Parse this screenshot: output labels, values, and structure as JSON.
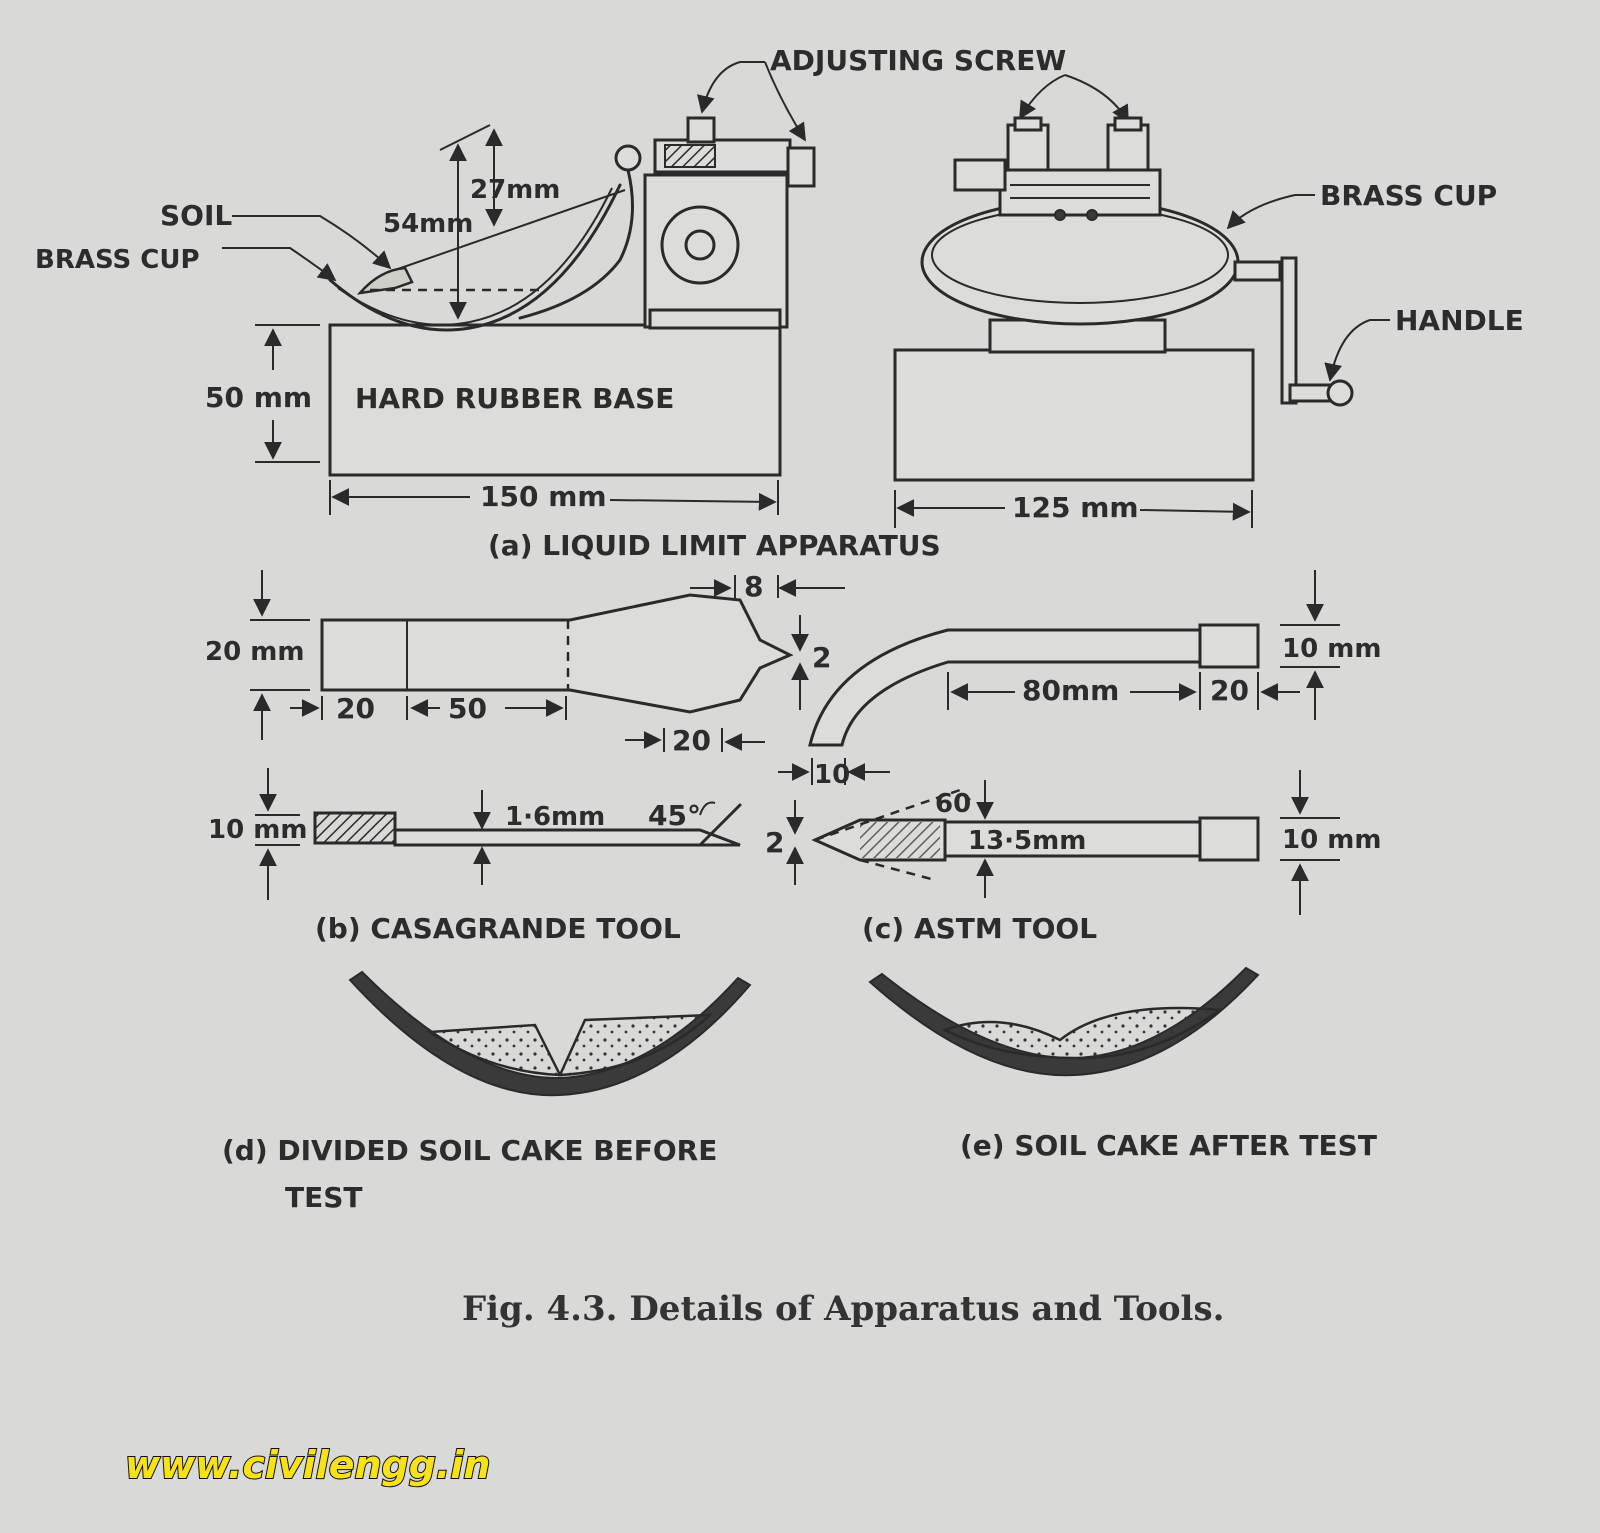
{
  "labels": {
    "adjusting_screw": "ADJUSTING SCREW",
    "soil": "SOIL",
    "brass_cup_a": "BRASS CUP",
    "brass_cup_side": "BRASS CUP",
    "handle": "HANDLE",
    "hard_rubber_base": "HARD RUBBER BASE"
  },
  "dimensions": {
    "d_27": "27mm",
    "d_54": "54mm",
    "d_50": "50 mm",
    "d_150": "150 mm",
    "d_125": "125 mm",
    "d_8": "8",
    "d_20mm": "20 mm",
    "d_2_b": "2",
    "d_20_a": "20",
    "d_50_b": "50",
    "d_20_b": "20",
    "d_10mm_b": "10 mm",
    "d_1_6": "1·6mm",
    "d_45": "45°",
    "d_10mm_c1": "10 mm",
    "d_80": "80mm",
    "d_20_c": "20",
    "d_10_c": "10",
    "d_60": "60",
    "d_2_c": "2",
    "d_13_5": "13·5mm",
    "d_10mm_c2": "10 mm"
  },
  "captions": {
    "a": "(a) LIQUID LIMIT APPARATUS",
    "b": "(b) CASAGRANDE TOOL",
    "c": "(c) ASTM TOOL",
    "d_line1": "(d) DIVIDED SOIL CAKE BEFORE",
    "d_line2": "TEST",
    "e": "(e) SOIL CAKE AFTER TEST"
  },
  "figure_caption": "Fig. 4.3. Details of Apparatus and Tools.",
  "watermark": "www.civilengg.in",
  "colors": {
    "paper": "#d9dad7",
    "ink": "#2a2a2a",
    "watermark_fill": "#f7e21a"
  }
}
